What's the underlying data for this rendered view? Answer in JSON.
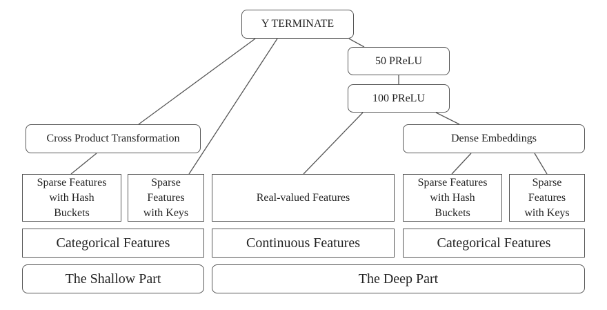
{
  "nodes": {
    "y_terminate": "Y TERMINATE",
    "prelu_50": "50 PReLU",
    "prelu_100": "100 PReLU",
    "cross_product": "Cross Product Transformation",
    "dense_embeddings": "Dense Embeddings",
    "sparse_hash_left": [
      "Sparse Features",
      "with Hash",
      "Buckets"
    ],
    "sparse_keys_left": [
      "Sparse",
      "Features",
      "with Keys"
    ],
    "real_valued": "Real-valued Features",
    "sparse_hash_right": [
      "Sparse Features",
      "with Hash",
      "Buckets"
    ],
    "sparse_keys_right": [
      "Sparse",
      "Features",
      "with Keys"
    ]
  },
  "categories": {
    "left": "Categorical Features",
    "middle": "Continuous Features",
    "right": "Categorical Features"
  },
  "parts": {
    "shallow": "The Shallow Part",
    "deep": "The Deep Part"
  }
}
